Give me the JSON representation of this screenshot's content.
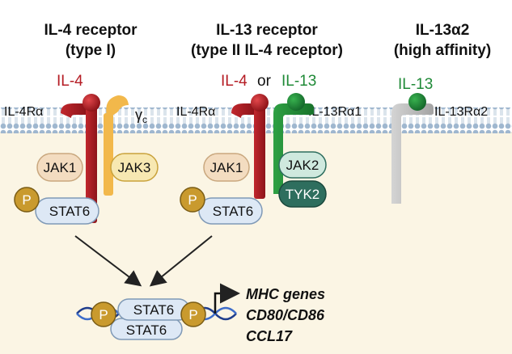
{
  "headers": {
    "il4_line1": "IL-4 receptor",
    "il4_line2": "(type I)",
    "il13_line1": "IL-13 receptor",
    "il13_line2": "(type II IL-4 receptor)",
    "a2_line1": "IL-13α2",
    "a2_line2": "(high affinity)"
  },
  "ligands": {
    "il4": "IL-4",
    "il13": "IL-13",
    "or": "or"
  },
  "receptors": {
    "il4ra": "IL-4Rα",
    "gamma_c": "γ",
    "gamma_c_sub": "c",
    "il13ra1": "IL-13Rα1",
    "il13ra2": "IL-13Rα2"
  },
  "signaling": {
    "jak1": "JAK1",
    "jak3": "JAK3",
    "jak2": "JAK2",
    "tyk2": "TYK2",
    "stat6": "STAT6",
    "phospho": "P"
  },
  "targets": {
    "line1": "MHC genes",
    "line2": "CD80/CD86",
    "line3": "CCL17"
  },
  "colors": {
    "il4": "#b51c24",
    "il13": "#1f8a37",
    "membrane": "#8fa9c4",
    "cytoplasm": "#fbf5e4",
    "jak": "#f3dcc0",
    "jak3": "#f7e8b2",
    "jak2": "#cfe9de",
    "tyk2": "#2e6e5e",
    "stat": "#dde8f5",
    "phospho": "#c99a2e",
    "dna": "#1f3d8c",
    "receptor_gray": "#bdbdbd"
  }
}
